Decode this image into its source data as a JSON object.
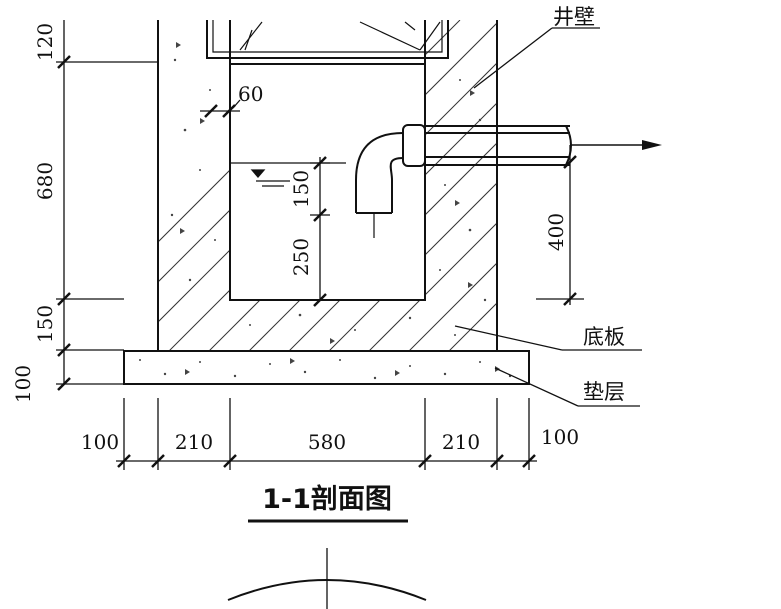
{
  "labels": {
    "wall": "井壁",
    "base": "底板",
    "cushion": "垫层"
  },
  "title": "1-1剖面图",
  "dims": {
    "h120": "120",
    "h680": "680",
    "h150": "150",
    "h100": "100",
    "t60": "60",
    "w150": "150",
    "w250": "250",
    "p400": "400",
    "b100a": "100",
    "b210a": "210",
    "b580": "580",
    "b210b": "210",
    "b100b": "100"
  }
}
